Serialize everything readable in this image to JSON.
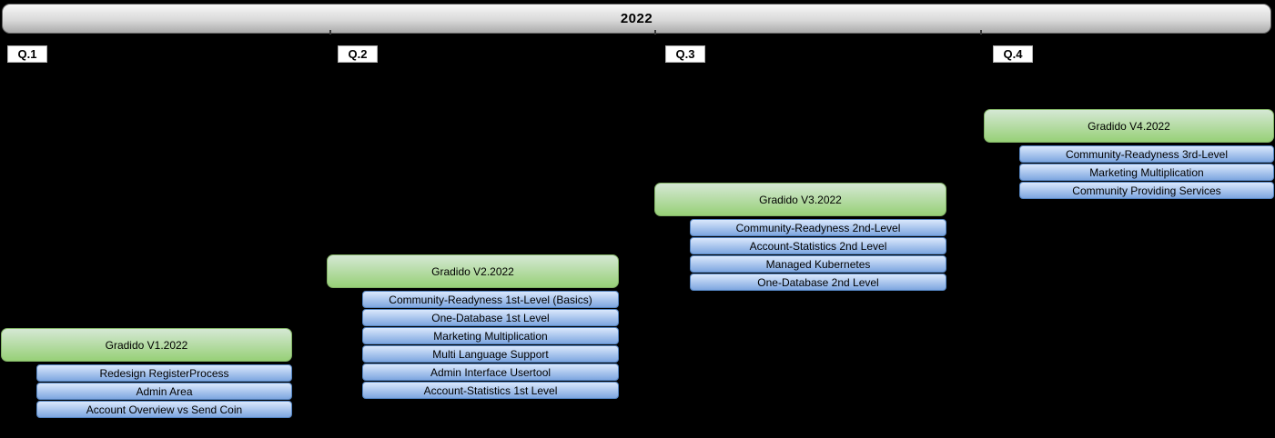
{
  "year": {
    "title": "2022"
  },
  "quarters": [
    {
      "label": "Q.1"
    },
    {
      "label": "Q.2"
    },
    {
      "label": "Q.3"
    },
    {
      "label": "Q.4"
    }
  ],
  "groups": [
    {
      "quarter": "Q.1",
      "header": "Gradido V1.2022",
      "items": [
        "Redesign RegisterProcess",
        "Admin Area",
        "Account Overview vs Send Coin"
      ]
    },
    {
      "quarter": "Q.2",
      "header": "Gradido V2.2022",
      "items": [
        "Community-Readyness 1st-Level (Basics)",
        "One-Database 1st Level",
        "Marketing Multiplication",
        "Multi Language Support",
        "Admin Interface Usertool",
        "Account-Statistics 1st Level"
      ]
    },
    {
      "quarter": "Q.3",
      "header": "Gradido V3.2022",
      "items": [
        "Community-Readyness 2nd-Level",
        "Account-Statistics 2nd Level",
        "Managed Kubernetes",
        "One-Database 2nd Level"
      ]
    },
    {
      "quarter": "Q.4",
      "header": "Gradido V4.2022",
      "items": [
        "Community-Readyness 3rd-Level",
        "Marketing Multiplication",
        "Community Providing Services"
      ]
    }
  ],
  "colors": {
    "background": "#000000",
    "year_bar_top": "#f7f7f7",
    "year_bar_bottom": "#ababab",
    "year_bar_border": "#666666",
    "milestone_fill_top": "#d5e8d4",
    "milestone_fill_bottom": "#97d077",
    "milestone_border": "#82b366",
    "feature_fill_top": "#dae8fc",
    "feature_fill_bottom": "#7ea6e0",
    "feature_border": "#5585c2",
    "quarter_label_bg": "#ffffff",
    "text": "#000000"
  }
}
